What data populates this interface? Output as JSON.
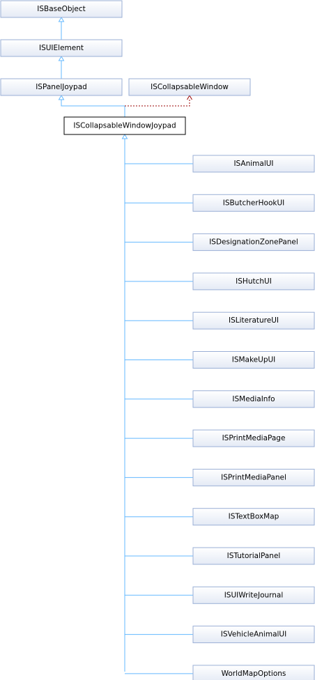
{
  "nodes": {
    "isbaseobject": "ISBaseObject",
    "isuielement": "ISUIElement",
    "ispaneljoypad": "ISPanelJoypad",
    "iscollapsablewindow": "ISCollapsableWindow",
    "iscollapsablewindowjoypad": "ISCollapsableWindowJoypad"
  },
  "children": [
    "ISAnimalUI",
    "ISButcherHookUI",
    "ISDesignationZonePanel",
    "ISHutchUI",
    "ISLiteratureUI",
    "ISMakeUpUI",
    "ISMediaInfo",
    "ISPrintMediaPage",
    "ISPrintMediaPanel",
    "ISTextBoxMap",
    "ISTutorialPanel",
    "ISUIWriteJournal",
    "ISVehicleAnimalUI",
    "WorldMapOptions"
  ],
  "colors": {
    "inheritance_edge": "#63b8ff",
    "usage_edge": "#9a0000",
    "node_border": "#9aafd6",
    "node_fill_top": "#ffffff",
    "node_fill_bottom": "#e4eaf5"
  }
}
